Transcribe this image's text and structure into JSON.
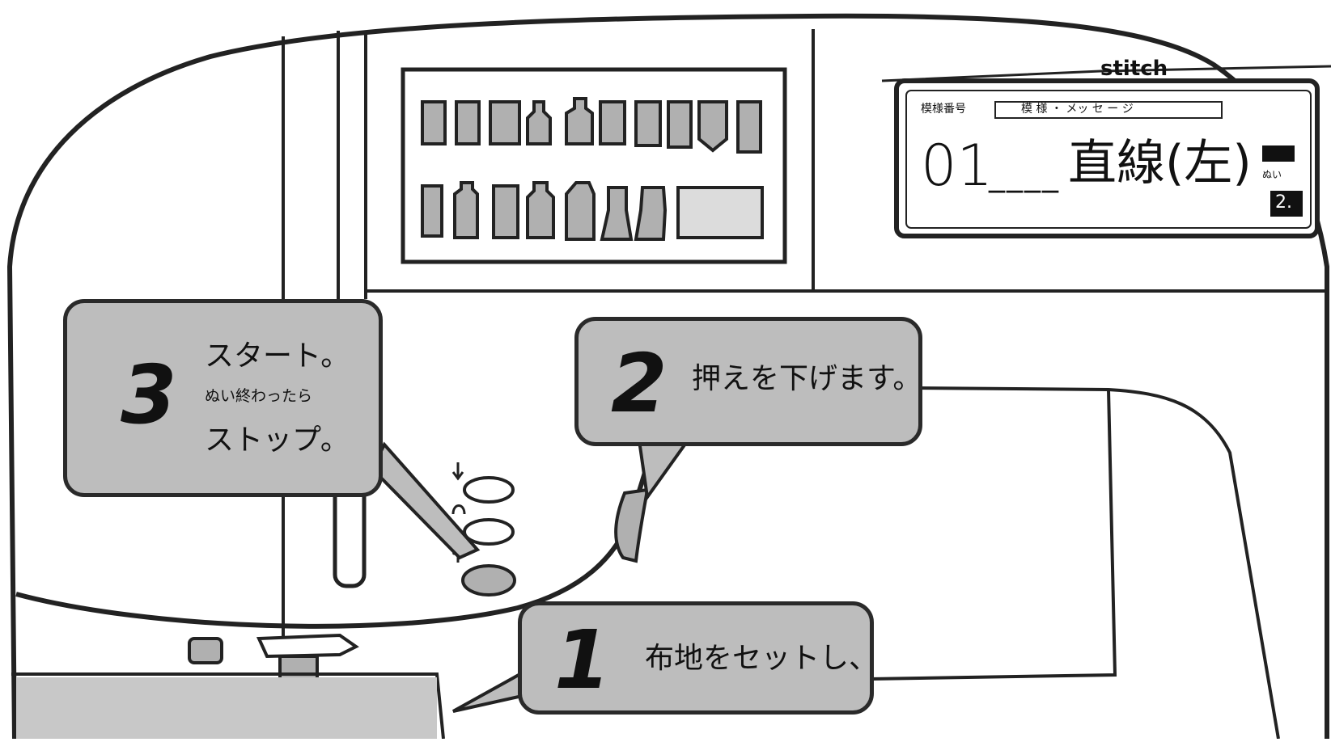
{
  "brand_text": "stitch",
  "display": {
    "label_number": "模様番号",
    "label_message": "模 様 ・ メッ セ ー ジ",
    "pattern_number": "01",
    "dashes": "____",
    "pattern_name": "直線(左)",
    "side_small": "ぬい",
    "side_box": "2."
  },
  "steps": [
    {
      "number": "1",
      "text": "布地をセットし、"
    },
    {
      "number": "2",
      "text": "押えを下げます。"
    },
    {
      "number": "3",
      "line1": "スタート。",
      "line2": "ぬい終わったら",
      "line3": "ストップ。"
    }
  ]
}
